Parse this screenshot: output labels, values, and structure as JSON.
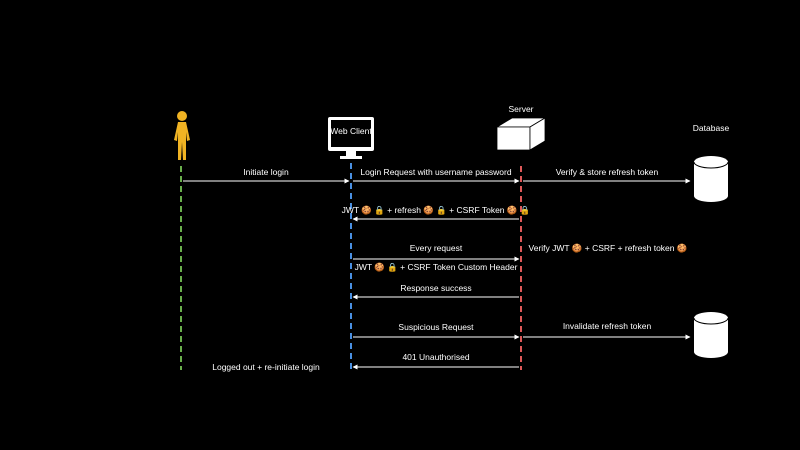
{
  "actors": {
    "user": {
      "label": "",
      "icon": "person-icon"
    },
    "client": {
      "label": "Web Client",
      "icon": "monitor-icon"
    },
    "server": {
      "label": "Server",
      "icon": "server-box-icon"
    },
    "database": {
      "label": "Database",
      "icon": "database-icon"
    }
  },
  "messages": [
    {
      "id": "initiate-login",
      "text": "Initiate login"
    },
    {
      "id": "login-request",
      "text": "Login Request with  username password"
    },
    {
      "id": "verify-store",
      "text": "Verify & store refresh token"
    },
    {
      "id": "jwt-response",
      "text": "JWT 🍪 🔒 + refresh 🍪 🔒 +  CSRF Token 🍪 🔒"
    },
    {
      "id": "every-request",
      "text": "Every request"
    },
    {
      "id": "verify-jwt",
      "text": "Verify JWT 🍪 + CSRF + refresh token 🍪"
    },
    {
      "id": "custom-header",
      "text": "JWT 🍪 🔒 +  CSRF Token Custom Header"
    },
    {
      "id": "response-success",
      "text": "Response success"
    },
    {
      "id": "suspicious-request",
      "text": "Suspicious Request"
    },
    {
      "id": "invalidate-token",
      "text": "Invalidate refresh token"
    },
    {
      "id": "unauthorised",
      "text": "401 Unauthorised"
    },
    {
      "id": "logged-out",
      "text": "Logged out +  re-initiate login"
    }
  ],
  "colors": {
    "background": "#000000",
    "text": "#ffffff",
    "user_lifeline": "#6ab04c",
    "client_lifeline": "#4a90e2",
    "server_lifeline": "#e05a5a",
    "user_figure": "#f0b323",
    "arrow": "#ffffff"
  }
}
